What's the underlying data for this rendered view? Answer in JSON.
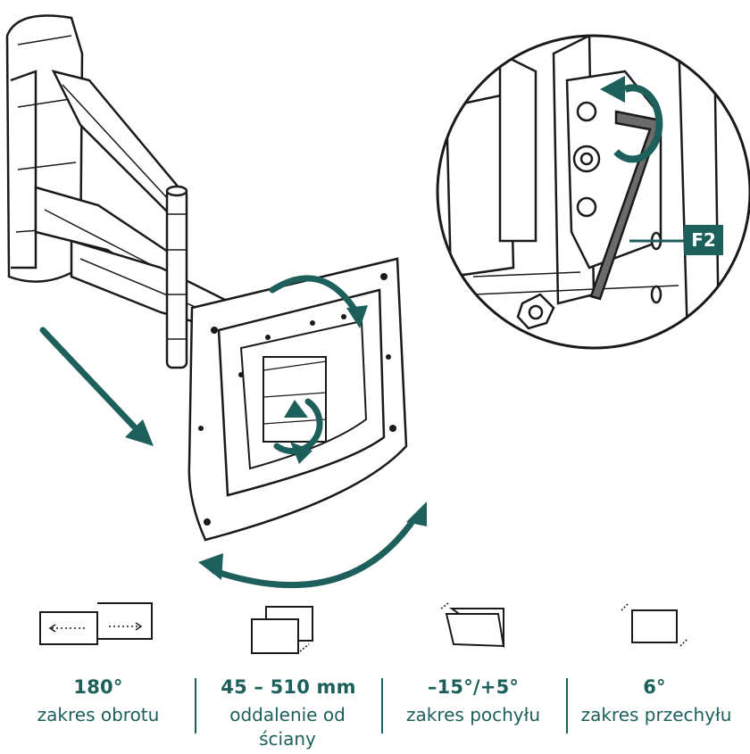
{
  "callout": {
    "label": "F2"
  },
  "specs": [
    {
      "value": "180°",
      "label": "zakres obrotu",
      "icon": "swivel-range-icon"
    },
    {
      "value": "45 – 510 mm",
      "label": "oddalenie od ściany",
      "icon": "wall-distance-icon"
    },
    {
      "value": "–15°/+5°",
      "label": "zakres pochyłu",
      "icon": "tilt-range-icon"
    },
    {
      "value": "6°",
      "label": "zakres przechyłu",
      "icon": "rotation-range-icon"
    }
  ],
  "colors": {
    "accent": "#1d5f5b",
    "line": "#1a1a1a",
    "metal": "#6b6b6b"
  }
}
